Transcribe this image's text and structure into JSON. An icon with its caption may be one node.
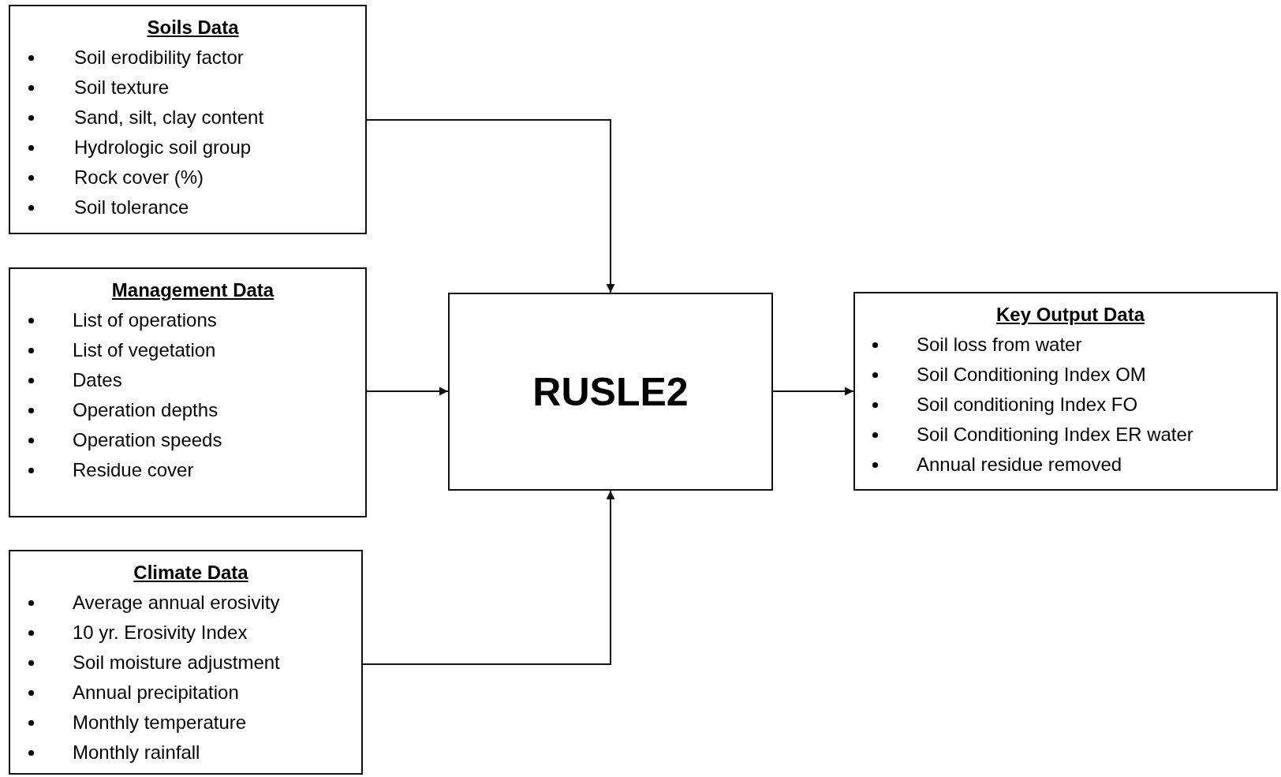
{
  "diagram": {
    "nodes": [
      {
        "text": [
          "Soils Data",
          "Soil erodibility factor",
          "Soil texture",
          "Sand, silt, clay content",
          "Hydrologic soil group",
          "Rock cover (%)",
          "Soil tolerance"
        ]
      },
      {
        "text": [
          "Management Data",
          "List of operations",
          "List of vegetation",
          "Dates",
          "Operation depths",
          "Operation speeds",
          "Residue cover"
        ]
      },
      {
        "text": [
          "Climate Data",
          "Average annual erosivity",
          "10 yr. Erosivity Index",
          "Soil moisture adjustment",
          "Annual precipitation",
          "Monthly temperature",
          "Monthly rainfall"
        ]
      },
      {
        "text": [
          "RUSLE2"
        ]
      },
      {
        "text": [
          "Key Output Data",
          "Soil loss from water",
          "Soil Conditioning Index OM",
          "Soil conditioning Index FO",
          "Soil Conditioning Index ER water",
          "Annual residue removed"
        ]
      }
    ],
    "edges": [
      {
        "from": 0,
        "to": 3,
        "arrow": "to"
      },
      {
        "from": 1,
        "to": 3,
        "arrow": "to"
      },
      {
        "from": 2,
        "to": 3,
        "arrow": "to"
      },
      {
        "from": 3,
        "to": 4,
        "arrow": "to"
      }
    ]
  }
}
